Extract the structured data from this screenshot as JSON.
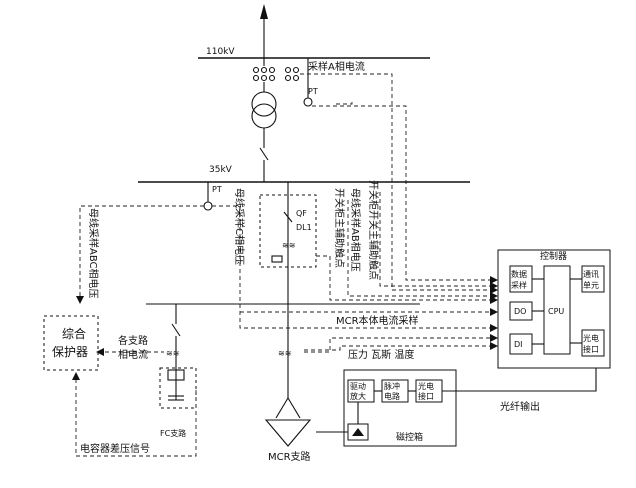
{
  "labels": {
    "bus_110": "110kV",
    "bus_35": "35kV",
    "pt_top": "PT",
    "pt_35": "PT",
    "sample_a_phase": "采样A相电流",
    "qf": "QF",
    "dl1": "DL1",
    "busbar_abc_voltage": "母线采样ABC相电压",
    "busbar_c_voltage": "母线采样C相电压",
    "switch_assist_contacts": "开关柜主辅助触点",
    "switch_open_assist": "开关柜开关主辅助触点",
    "busbar_ab_voltage": "母线采样AB相电压",
    "mcr_body_current": "MCR本体电流采样",
    "pressure_gas_temp": "压力 瓦斯 温度",
    "branch_current_1": "各支路",
    "branch_current_2": "相电流",
    "protection_1": "综合",
    "protection_2": "保护器",
    "fc_branch": "FC支路",
    "capacitor_signal": "电容器差压信号",
    "mcr_branch": "MCR支路",
    "fiber_output": "光纤输出",
    "magnet_box": "磁控箱"
  },
  "controller": {
    "title": "控制器",
    "data_sampling_1": "数据",
    "data_sampling_2": "采样",
    "do": "DO",
    "di": "DI",
    "cpu": "CPU",
    "comm_1": "通讯",
    "comm_2": "单元",
    "optical_1": "光电",
    "optical_2": "接口"
  },
  "magnet": {
    "driver_1": "驱动",
    "driver_2": "放大",
    "pulse_1": "脉冲",
    "pulse_2": "电路",
    "optical_1": "光电",
    "optical_2": "接口"
  }
}
